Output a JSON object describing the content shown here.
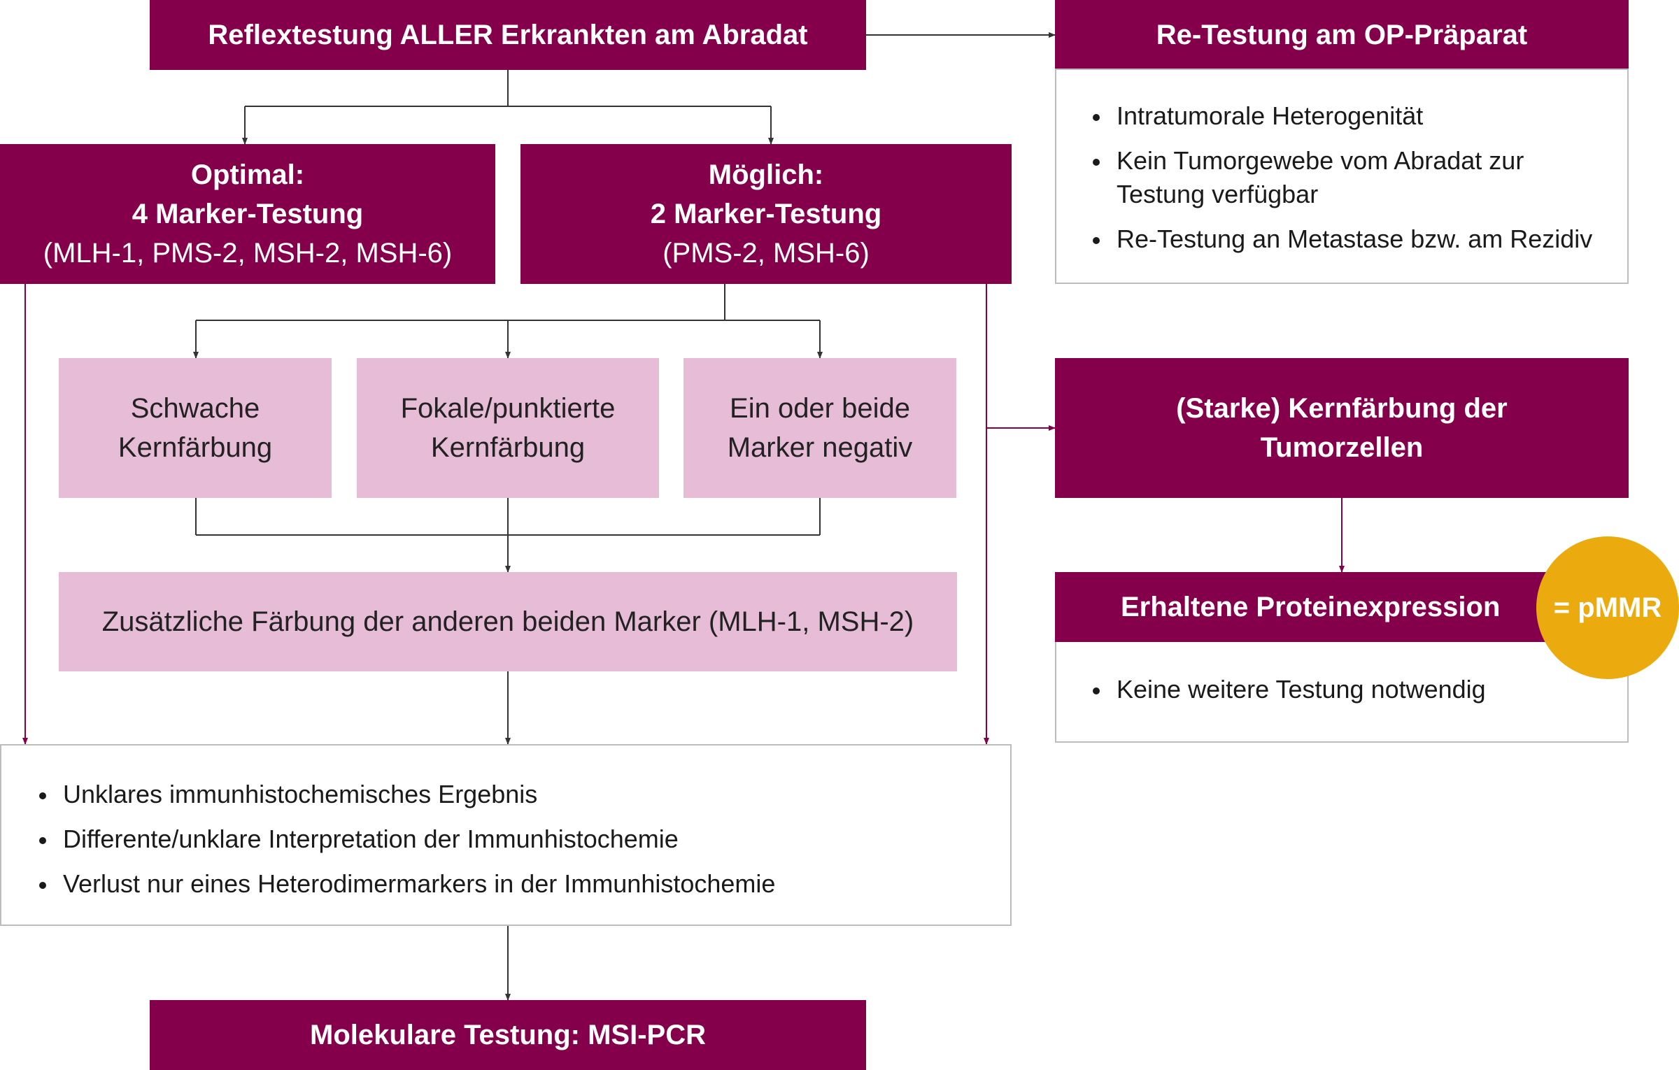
{
  "top_box": "Reflextestung ALLER Erkrankten am Abradat",
  "optimal": {
    "title": "Optimal:",
    "subtitle": "4 Marker-Testung",
    "markers": "(MLH-1, PMS-2, MSH-2, MSH-6)"
  },
  "possible": {
    "title": "Möglich:",
    "subtitle": "2 Marker-Testung",
    "markers": "(PMS-2, MSH-6)"
  },
  "weak": {
    "line1": "Schwache",
    "line2": "Kernfärbung"
  },
  "focal": {
    "line1": "Fokale/punktierte",
    "line2": "Kernfärbung"
  },
  "negative": {
    "line1": "Ein oder beide",
    "line2": "Marker negativ"
  },
  "additional": "Zusätzliche Färbung der anderen beiden Marker (MLH-1, MSH-2)",
  "unclear_items": [
    "Unklares immunhistochemisches Ergebnis",
    "Differente/unklare Interpretation der Immunhistochemie",
    "Verlust nur eines Heterodimermarkers in der Immunhistochemie"
  ],
  "molecular": "Molekulare Testung: MSI-PCR",
  "retest": {
    "title": "Re-Testung am OP-Präparat",
    "items": [
      "Intratumorale Heterogenität",
      "Kein Tumorgewebe vom Abradat zur Testung verfügbar",
      "Re-Testung an Metastase bzw. am Rezidiv"
    ]
  },
  "strong": {
    "line1": "(Starke) Kernfärbung der",
    "line2": "Tumorzellen"
  },
  "preserved": {
    "title": "Erhaltene Proteinexpression",
    "badge": "= pMMR",
    "items": [
      "Keine weitere Testung notwendig"
    ]
  },
  "colors": {
    "primary": "#85004b",
    "light": "#e7bcd6",
    "badge": "#ebab0e",
    "outline": "#bdbdbd",
    "line": "#333333"
  }
}
